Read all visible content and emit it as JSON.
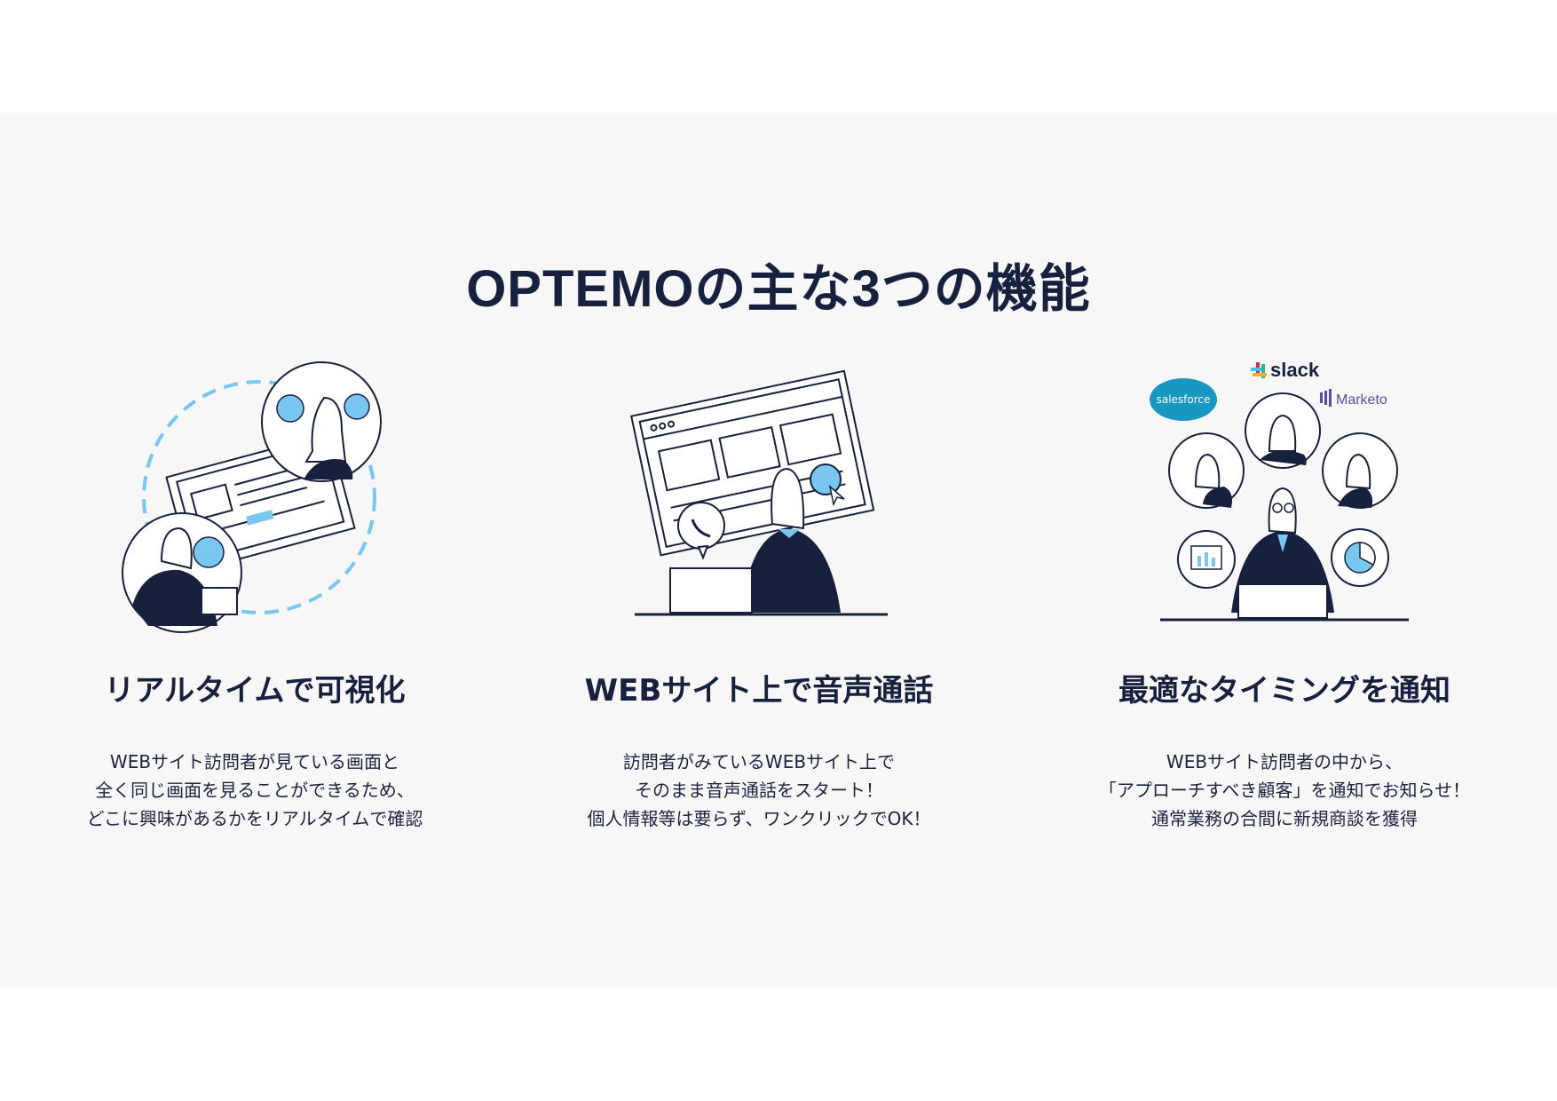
{
  "title": "OPTEMOの主な3つの機能",
  "colors": {
    "navy": "#17203d",
    "accent": "#79c6f0",
    "background": "#f7f7f8"
  },
  "features": [
    {
      "title": "リアルタイムで可視化",
      "description": [
        "WEBサイト訪問者が見ている画面と",
        "全く同じ画面を見ることができるため、",
        "どこに興味があるかをリアルタイムで確認"
      ],
      "icon": "screen-share-illustration"
    },
    {
      "title": "WEBサイト上で音声通話",
      "description": [
        "訪問者がみているWEBサイト上で",
        "そのまま音声通話をスタート！",
        "個人情報等は要らず、ワンクリックでOK！"
      ],
      "icon": "voice-call-illustration"
    },
    {
      "title": "最適なタイミングを通知",
      "description": [
        "WEBサイト訪問者の中から、",
        "「アプローチすべき顧客」を通知でお知らせ！",
        "通常業務の合間に新規商談を獲得"
      ],
      "icon": "notification-illustration",
      "logos": [
        "slack",
        "salesforce",
        "Marketo"
      ]
    }
  ]
}
